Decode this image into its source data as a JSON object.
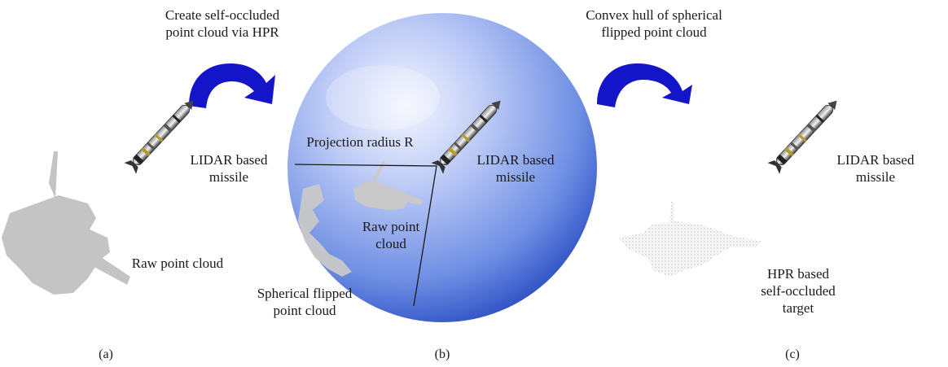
{
  "panel_a": {
    "title_line1": "Create self-occluded",
    "title_line2": "point cloud via HPR",
    "missile_label_line1": "LIDAR based",
    "missile_label_line2": "missile",
    "cloud_label": "Raw point cloud",
    "caption": "(a)"
  },
  "panel_b": {
    "radius_label": "Projection radius R",
    "missile_label_line1": "LIDAR based",
    "missile_label_line2": "missile",
    "raw_label_line1": "Raw point",
    "raw_label_line2": "cloud",
    "flipped_label_line1": "Spherical flipped",
    "flipped_label_line2": "point cloud",
    "caption": "(b)"
  },
  "panel_c": {
    "title_line1": "Convex hull of spherical",
    "title_line2": "flipped point cloud",
    "missile_label_line1": "LIDAR based",
    "missile_label_line2": "missile",
    "target_label_line1": "HPR based",
    "target_label_line2": "self-occluded",
    "target_label_line3": "target",
    "caption": "(c)"
  },
  "colors": {
    "arrow": "#1414c8",
    "sphere_light": "#eef2ff",
    "sphere_dark": "#2f55c8",
    "tank": "#c4c4c4"
  },
  "icons": [
    "curved-arrow-icon",
    "missile-icon",
    "tank-silhouette-icon",
    "sphere-icon"
  ]
}
